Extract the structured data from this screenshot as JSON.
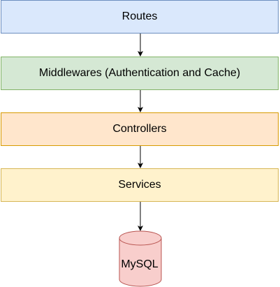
{
  "diagram": {
    "layers": [
      {
        "id": "routes",
        "label": "Routes"
      },
      {
        "id": "middlewares",
        "label": "Middlewares (Authentication and Cache)"
      },
      {
        "id": "controllers",
        "label": "Controllers"
      },
      {
        "id": "services",
        "label": "Services"
      }
    ],
    "database": {
      "label": "MySQL",
      "fill": "#f8cecc",
      "stroke": "#b85450"
    },
    "colors": {
      "routes": "#dae8fc",
      "middlewares": "#d5e8d4",
      "controllers": "#ffe6cc",
      "services": "#fff2cc",
      "arrow": "#000000"
    }
  }
}
